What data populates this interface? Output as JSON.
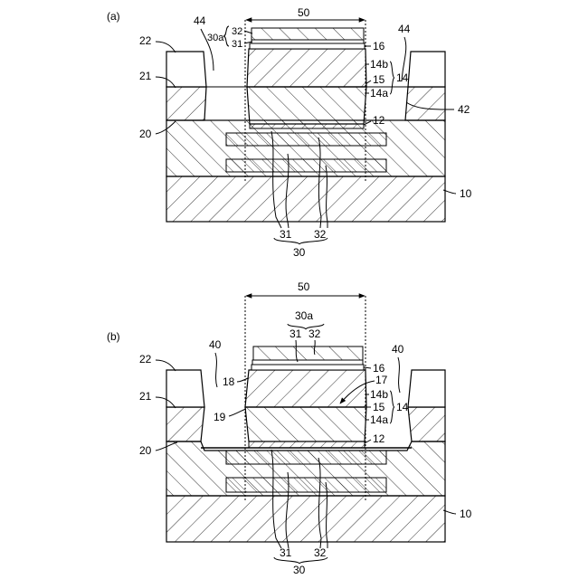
{
  "panel_a": {
    "tag": "(a)",
    "labels": {
      "l50": "50",
      "l44_left": "44",
      "l44_right": "44",
      "l22": "22",
      "l21": "21",
      "l20": "20",
      "l30a": "30a",
      "l32": "32",
      "l31": "31",
      "l16": "16",
      "l14b": "14b",
      "l14": "14",
      "l15": "15",
      "l14a": "14a",
      "l42": "42",
      "l12": "12",
      "l10": "10",
      "b31": "31",
      "b32": "32",
      "b30": "30"
    }
  },
  "panel_b": {
    "tag": "(b)",
    "labels": {
      "l50": "50",
      "l30a": "30a",
      "l31": "31",
      "l32": "32",
      "l40_left": "40",
      "l40_right": "40",
      "l22": "22",
      "l21": "21",
      "l20": "20",
      "l18": "18",
      "l19": "19",
      "l16": "16",
      "l17": "17",
      "l14b": "14b",
      "l14": "14",
      "l15": "15",
      "l14a": "14a",
      "l12": "12",
      "l10": "10",
      "b31": "31",
      "b32": "32",
      "b30": "30"
    }
  }
}
